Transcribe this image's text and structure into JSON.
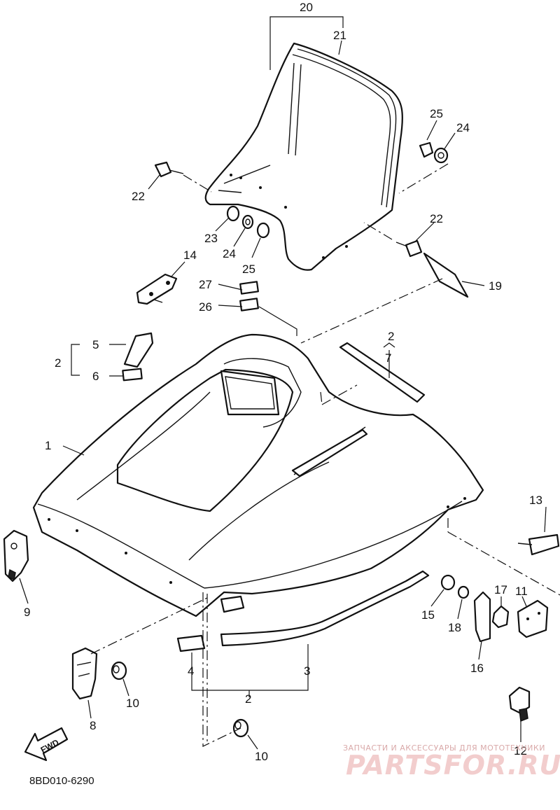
{
  "diagram": {
    "part_code": "8BD010-6290",
    "fwd_label": "FWD",
    "watermark": {
      "line1": "ЗАПЧАСТИ И АКСЕССУАРЫ ДЛЯ МОТОТЕХНИКИ",
      "line2": "PARTSFOR.RU"
    },
    "callouts": {
      "c1": "1",
      "c2a": "2",
      "c2b": "2",
      "c2c": "2",
      "c3": "3",
      "c4": "4",
      "c5": "5",
      "c6": "6",
      "c7": "7",
      "c8": "8",
      "c9": "9",
      "c10a": "10",
      "c10b": "10",
      "c11": "11",
      "c12": "12",
      "c13": "13",
      "c14": "14",
      "c15": "15",
      "c16": "16",
      "c17": "17",
      "c18": "18",
      "c19": "19",
      "c20": "20",
      "c21": "21",
      "c22a": "22",
      "c22b": "22",
      "c23": "23",
      "c24a": "24",
      "c24b": "24",
      "c25a": "25",
      "c25b": "25",
      "c26": "26",
      "c27": "27"
    }
  }
}
